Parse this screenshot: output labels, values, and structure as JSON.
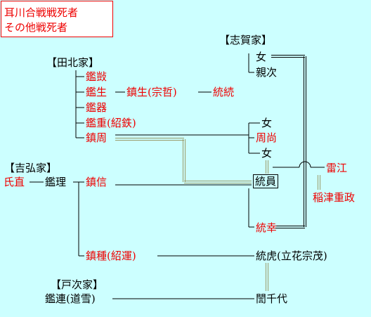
{
  "colors": {
    "background": "#ccffff",
    "fallen": "#ee0000",
    "text": "#000000",
    "line": "#000000",
    "adoption_line": "#999966"
  },
  "legend": {
    "line1": "耳川合戦戦死者",
    "line2": "その他戦死者"
  },
  "clans": {
    "shiga": "【志賀家】",
    "tawara": "【田北家】",
    "yoshihiro": "【吉弘家】",
    "betsugi": "【戸次家】"
  },
  "people": {
    "shiga_daughter": "女",
    "chikatsugu": "親次",
    "akiyasu": "鑑敱",
    "akinari": "鑑生",
    "shigenari": "鎮生(宗哲)",
    "munetsugu": "統続",
    "akitaka": "鑑器",
    "akizane": "鑑重(紹鉄)",
    "shigekane": "鎮周",
    "daughter2": "女",
    "chikanao": "周尚",
    "daughter3": "女",
    "munekazu": "統員",
    "muneyuki": "統幸",
    "raiko": "雷江",
    "hie_shigemasa": "稲津重政",
    "ujinao": "氏直",
    "akimasa": "鑑理",
    "shigenobu": "鎮信",
    "shigetane": "鎮種(紹運)",
    "munetora": "統虎(立花宗茂)",
    "akitsura": "鑑連(道雪)",
    "ginchiyo": "誾千代"
  }
}
